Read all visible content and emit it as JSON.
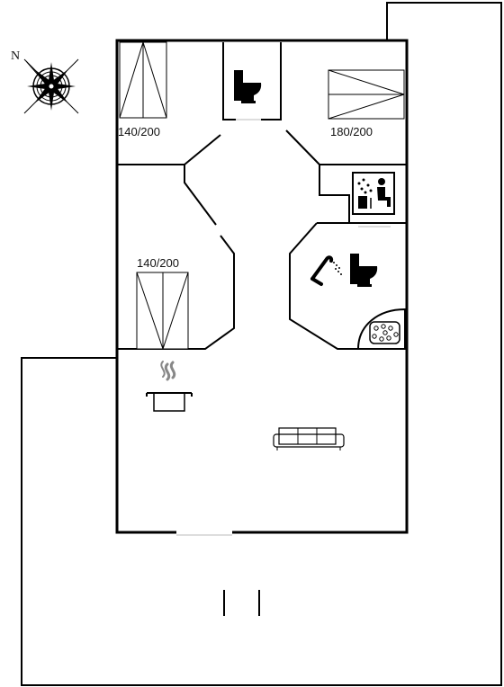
{
  "compass": {
    "label": "N"
  },
  "rooms": {
    "bedroom_top_left": {
      "bed_size": "140/200"
    },
    "bedroom_top_right": {
      "bed_size": "180/200"
    },
    "bedroom_left": {
      "bed_size": "140/200"
    }
  },
  "icons": [
    "compass-rose-icon",
    "toilet-icon",
    "sauna-icon",
    "shower-icon",
    "whirlpool-icon",
    "cooking-pot-icon",
    "sofa-icon",
    "bed-icon"
  ]
}
